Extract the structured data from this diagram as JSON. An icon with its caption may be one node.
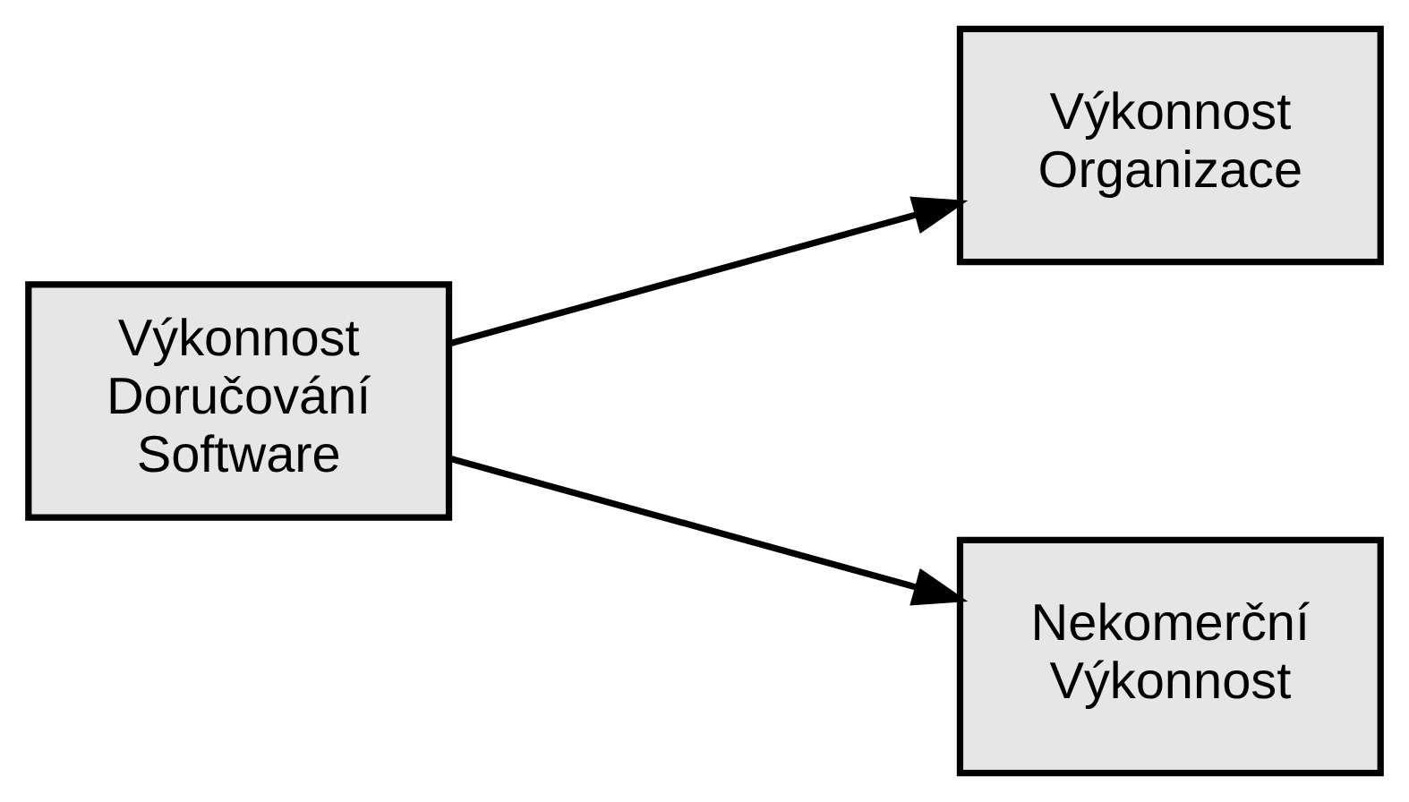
{
  "diagram": {
    "nodes": [
      {
        "text": [
          "Výkonnost Doručování Software"
        ]
      },
      {
        "text": [
          "Výkonnost Organizace"
        ]
      },
      {
        "text": [
          "Nekomerční Výkonnost"
        ]
      }
    ],
    "edges": [
      {
        "from": 0,
        "to": 1,
        "arrow": "to"
      },
      {
        "from": 0,
        "to": 2,
        "arrow": "to"
      }
    ]
  }
}
